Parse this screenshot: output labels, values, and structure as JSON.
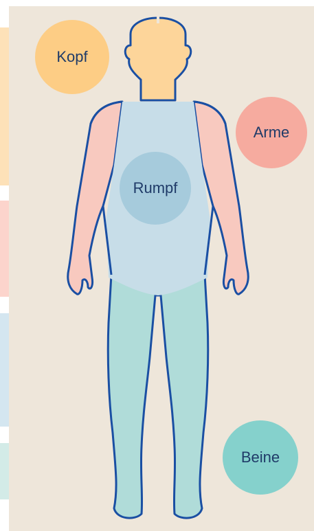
{
  "regions": {
    "kopf": {
      "label": "Kopf",
      "color": "#fdcd85"
    },
    "arme": {
      "label": "Arme",
      "color": "#f6ab9f"
    },
    "rumpf": {
      "label": "Rumpf",
      "color": "#a6cbdc"
    },
    "beine": {
      "label": "Beine",
      "color": "#85d1cc"
    }
  },
  "colors": {
    "background": "#eee6da",
    "outline": "#1a4fa3",
    "text": "#1f3b68"
  }
}
